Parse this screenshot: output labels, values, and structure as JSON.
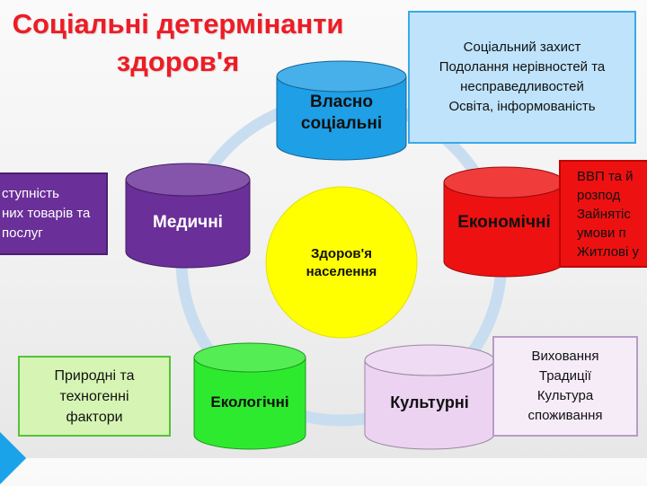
{
  "title": {
    "line1": "Соціальні детермінанти",
    "line2": "здоров'я"
  },
  "center": {
    "line1": "Здоров'я",
    "line2": "населення",
    "color": "#ffff00"
  },
  "ring_color": "#c9ddf0",
  "cylinders": {
    "social": {
      "line1": "Власно",
      "line2": "соціальні",
      "color": "#1e9fe6",
      "text_color": "#111111"
    },
    "economic": {
      "line1": "Економічні",
      "line2": "",
      "color": "#ee1111",
      "text_color": "#111111"
    },
    "cultural": {
      "line1": "Культурні",
      "line2": "",
      "color": "#ecd3f2",
      "text_color": "#111111"
    },
    "ecological": {
      "line1": "Екологічні",
      "line2": "",
      "color": "#2eea2e",
      "text_color": "#111111"
    },
    "medical": {
      "line1": "Медичні",
      "line2": "",
      "color": "#6a2f98",
      "text_color": "#ffffff"
    }
  },
  "boxes": {
    "social": {
      "lines": [
        "Соціальний захист",
        "Подолання нерівностей та",
        "несправедливостей",
        "Освіта, інформованість"
      ],
      "bg": "#bfe3fa",
      "border": "#39a9e9"
    },
    "economic": {
      "lines": [
        "ВВП та й",
        "розпод",
        "Зайнятіс",
        "умови п",
        "Житлові у"
      ],
      "bg": "#ee1111",
      "border": "#c00000"
    },
    "cultural": {
      "lines": [
        "Виховання",
        "Традиції",
        "Культура",
        "споживання"
      ],
      "bg": "#f5ecf8",
      "border": "#b69cc7"
    },
    "ecological": {
      "lines": [
        "Природні та",
        "техногенні",
        "фактори"
      ],
      "bg": "#d6f5b4",
      "border": "#55c23a"
    },
    "medical": {
      "lines": [
        "ступність",
        "них товарів та",
        "послуг"
      ],
      "bg": "#6a2f98",
      "border": "#4b1f70"
    }
  }
}
